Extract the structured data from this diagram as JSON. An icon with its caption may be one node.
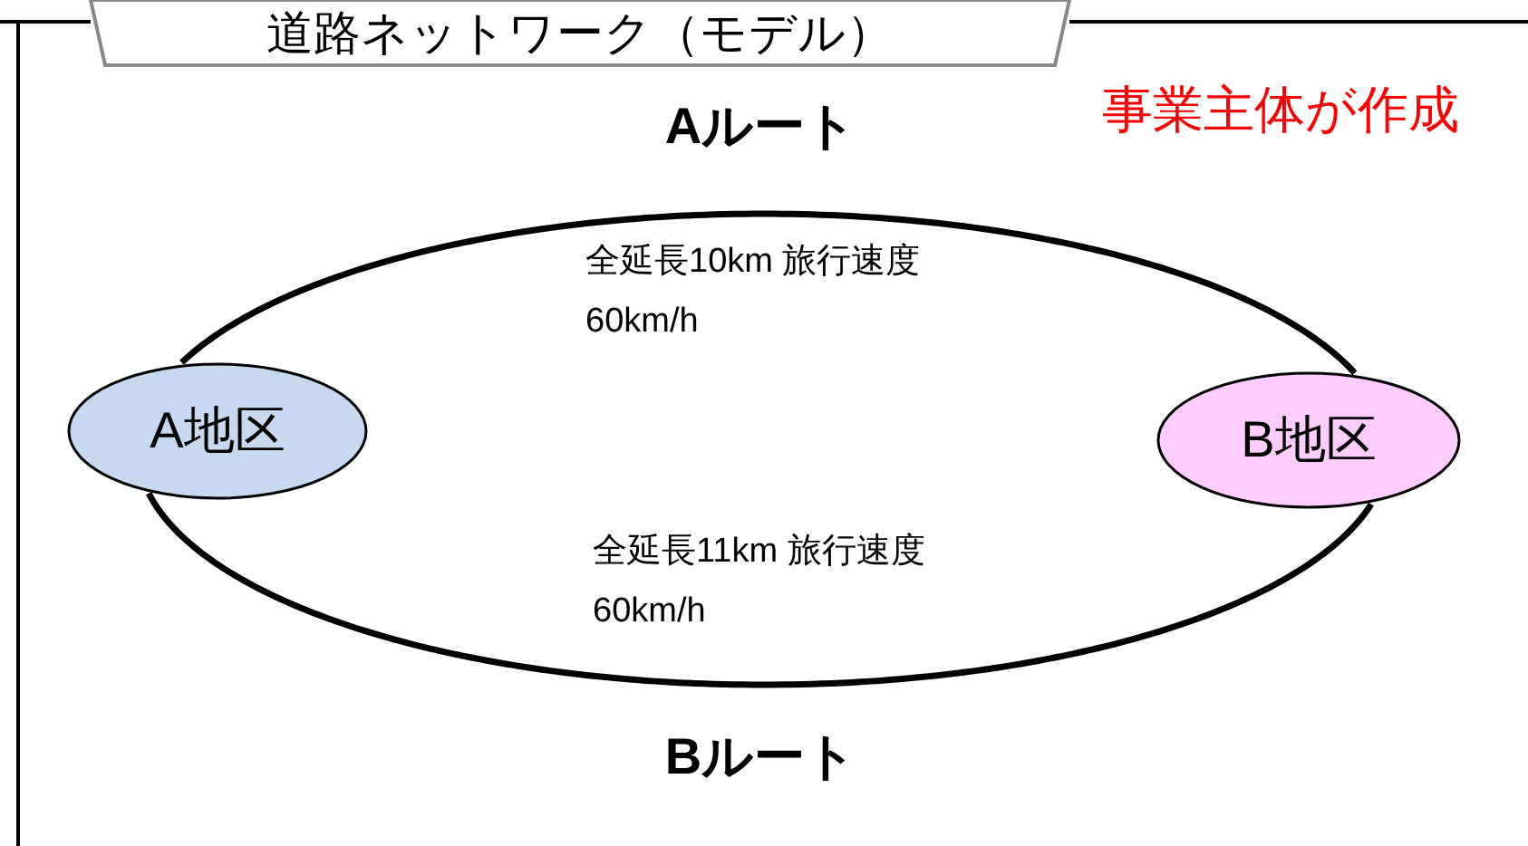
{
  "diagram": {
    "title": "道路ネットワーク（モデル）",
    "nodes": [
      {
        "text": [
          "A地区"
        ]
      },
      {
        "text": [
          "B地区"
        ]
      }
    ],
    "edges": [
      {
        "from": 0,
        "to": 1,
        "arrow": "none",
        "label": "全延長10km 旅行速度60km/h"
      },
      {
        "from": 0,
        "to": 1,
        "arrow": "none",
        "label": "全延長11km 旅行速度60km/h"
      }
    ],
    "labels": [
      "Aルート",
      "事業主体が作成",
      "Bルート"
    ]
  }
}
